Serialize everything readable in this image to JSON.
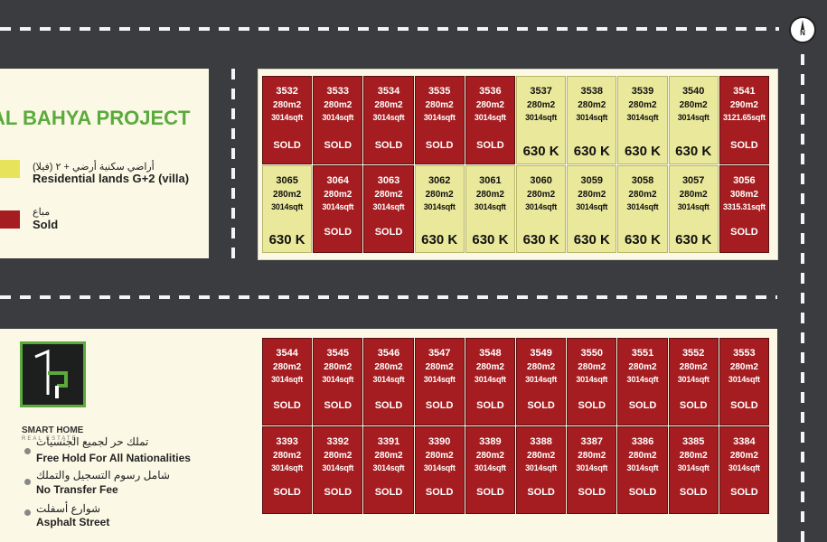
{
  "project": {
    "title": "AL BAHYA PROJECT",
    "compass_label": "N"
  },
  "legend": [
    {
      "arabic": "أراضي سكنية أرضي + ٢ (فيلا)",
      "english": "Residential lands  G+2 (villa)",
      "color": "#e7e45c"
    },
    {
      "arabic": "مباع",
      "english": "Sold",
      "color": "#a51d20"
    }
  ],
  "colors": {
    "sold": "#a51d20",
    "available": "#eae89a",
    "road": "#3a3c40",
    "brand_green": "#5aaa3c"
  },
  "top_block": {
    "row1": [
      {
        "number": "3532",
        "area": "280m2",
        "sqft": "3014sqft",
        "status": "SOLD",
        "price": ""
      },
      {
        "number": "3533",
        "area": "280m2",
        "sqft": "3014sqft",
        "status": "SOLD",
        "price": ""
      },
      {
        "number": "3534",
        "area": "280m2",
        "sqft": "3014sqft",
        "status": "SOLD",
        "price": ""
      },
      {
        "number": "3535",
        "area": "280m2",
        "sqft": "3014sqft",
        "status": "SOLD",
        "price": ""
      },
      {
        "number": "3536",
        "area": "280m2",
        "sqft": "3014sqft",
        "status": "SOLD",
        "price": ""
      },
      {
        "number": "3537",
        "area": "280m2",
        "sqft": "3014sqft",
        "status": "",
        "price": "630 K"
      },
      {
        "number": "3538",
        "area": "280m2",
        "sqft": "3014sqft",
        "status": "",
        "price": "630 K"
      },
      {
        "number": "3539",
        "area": "280m2",
        "sqft": "3014sqft",
        "status": "",
        "price": "630 K"
      },
      {
        "number": "3540",
        "area": "280m2",
        "sqft": "3014sqft",
        "status": "",
        "price": "630 K"
      },
      {
        "number": "3541",
        "area": "290m2",
        "sqft": "3121.65sqft",
        "status": "SOLD",
        "price": ""
      }
    ],
    "row2": [
      {
        "number": "3065",
        "area": "280m2",
        "sqft": "3014sqft",
        "status": "",
        "price": "630 K"
      },
      {
        "number": "3064",
        "area": "280m2",
        "sqft": "3014sqft",
        "status": "SOLD",
        "price": ""
      },
      {
        "number": "3063",
        "area": "280m2",
        "sqft": "3014sqft",
        "status": "SOLD",
        "price": ""
      },
      {
        "number": "3062",
        "area": "280m2",
        "sqft": "3014sqft",
        "status": "",
        "price": "630 K"
      },
      {
        "number": "3061",
        "area": "280m2",
        "sqft": "3014sqft",
        "status": "",
        "price": "630 K"
      },
      {
        "number": "3060",
        "area": "280m2",
        "sqft": "3014sqft",
        "status": "",
        "price": "630 K"
      },
      {
        "number": "3059",
        "area": "280m2",
        "sqft": "3014sqft",
        "status": "",
        "price": "630 K"
      },
      {
        "number": "3058",
        "area": "280m2",
        "sqft": "3014sqft",
        "status": "",
        "price": "630 K"
      },
      {
        "number": "3057",
        "area": "280m2",
        "sqft": "3014sqft",
        "status": "",
        "price": "630 K"
      },
      {
        "number": "3056",
        "area": "308m2",
        "sqft": "3315.31sqft",
        "status": "SOLD",
        "price": ""
      }
    ]
  },
  "bottom_block": {
    "row1": [
      {
        "number": "3544",
        "area": "280m2",
        "sqft": "3014sqft",
        "status": "SOLD",
        "price": ""
      },
      {
        "number": "3545",
        "area": "280m2",
        "sqft": "3014sqft",
        "status": "SOLD",
        "price": ""
      },
      {
        "number": "3546",
        "area": "280m2",
        "sqft": "3014sqft",
        "status": "SOLD",
        "price": ""
      },
      {
        "number": "3547",
        "area": "280m2",
        "sqft": "3014sqft",
        "status": "SOLD",
        "price": ""
      },
      {
        "number": "3548",
        "area": "280m2",
        "sqft": "3014sqft",
        "status": "SOLD",
        "price": ""
      },
      {
        "number": "3549",
        "area": "280m2",
        "sqft": "3014sqft",
        "status": "SOLD",
        "price": ""
      },
      {
        "number": "3550",
        "area": "280m2",
        "sqft": "3014sqft",
        "status": "SOLD",
        "price": ""
      },
      {
        "number": "3551",
        "area": "280m2",
        "sqft": "3014sqft",
        "status": "SOLD",
        "price": ""
      },
      {
        "number": "3552",
        "area": "280m2",
        "sqft": "3014sqft",
        "status": "SOLD",
        "price": ""
      },
      {
        "number": "3553",
        "area": "280m2",
        "sqft": "3014sqft",
        "status": "SOLD",
        "price": ""
      }
    ],
    "row2": [
      {
        "number": "3393",
        "area": "280m2",
        "sqft": "3014sqft",
        "status": "SOLD",
        "price": ""
      },
      {
        "number": "3392",
        "area": "280m2",
        "sqft": "3014sqft",
        "status": "SOLD",
        "price": ""
      },
      {
        "number": "3391",
        "area": "280m2",
        "sqft": "3014sqft",
        "status": "SOLD",
        "price": ""
      },
      {
        "number": "3390",
        "area": "280m2",
        "sqft": "3014sqft",
        "status": "SOLD",
        "price": ""
      },
      {
        "number": "3389",
        "area": "280m2",
        "sqft": "3014sqft",
        "status": "SOLD",
        "price": ""
      },
      {
        "number": "3388",
        "area": "280m2",
        "sqft": "3014sqft",
        "status": "SOLD",
        "price": ""
      },
      {
        "number": "3387",
        "area": "280m2",
        "sqft": "3014sqft",
        "status": "SOLD",
        "price": ""
      },
      {
        "number": "3386",
        "area": "280m2",
        "sqft": "3014sqft",
        "status": "SOLD",
        "price": ""
      },
      {
        "number": "3385",
        "area": "280m2",
        "sqft": "3014sqft",
        "status": "SOLD",
        "price": ""
      },
      {
        "number": "3384",
        "area": "280m2",
        "sqft": "3014sqft",
        "status": "SOLD",
        "price": ""
      }
    ]
  },
  "branding": {
    "name": "SMART HOME",
    "sub": "REAL ESTATE"
  },
  "features": [
    {
      "arabic": "تملك حر لجميع الجنسيات",
      "english": "Free Hold For All Nationalities"
    },
    {
      "arabic": "شامل رسوم التسجيل والتملك",
      "english": "No Transfer Fee"
    },
    {
      "arabic": "شوارع أسفلت",
      "english": "Asphalt Street"
    }
  ]
}
